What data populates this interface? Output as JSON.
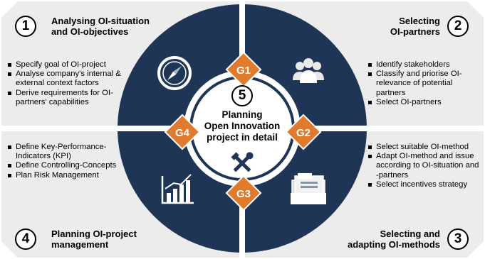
{
  "quadrants": [
    {
      "number": "1",
      "title_line1": "Analysing OI-situation",
      "title_line2": "and OI-objectives",
      "bullets": [
        "Specify goal of OI-project",
        "Analyse company's internal & external context factors",
        "Derive requirements for OI-partners' capabilities"
      ],
      "icon": "compass-icon"
    },
    {
      "number": "2",
      "title_line1": "Selecting",
      "title_line2": "OI-partners",
      "bullets": [
        "Identify stakeholders",
        "Classify and priorise OI-relevance of potential partners",
        "Select OI-partners"
      ],
      "icon": "people-group-icon"
    },
    {
      "number": "3",
      "title_line1": "Selecting and",
      "title_line2": "adapting OI-methods",
      "bullets": [
        "Select suitable OI-method",
        "Adapt OI-method and issue according to OI-situation and -partners",
        "Select incentives strategy"
      ],
      "icon": "folder-stack-icon"
    },
    {
      "number": "4",
      "title_line1": "Planning OI-project",
      "title_line2": "management",
      "bullets": [
        "Define Key-Performance-Indicators (KPI)",
        "Define Controlling-Concepts",
        "Plan Risk Management"
      ],
      "icon": "bar-chart-icon"
    }
  ],
  "center": {
    "number": "5",
    "line1": "Planning",
    "line2": "Open Innovation",
    "line3": "project in detail",
    "icon": "tools-icon"
  },
  "gates": [
    "G1",
    "G2",
    "G3",
    "G4"
  ],
  "colors": {
    "navy": "#1f3556",
    "orange": "#e07b2e",
    "card_bg": "#ececec",
    "white": "#ffffff"
  }
}
